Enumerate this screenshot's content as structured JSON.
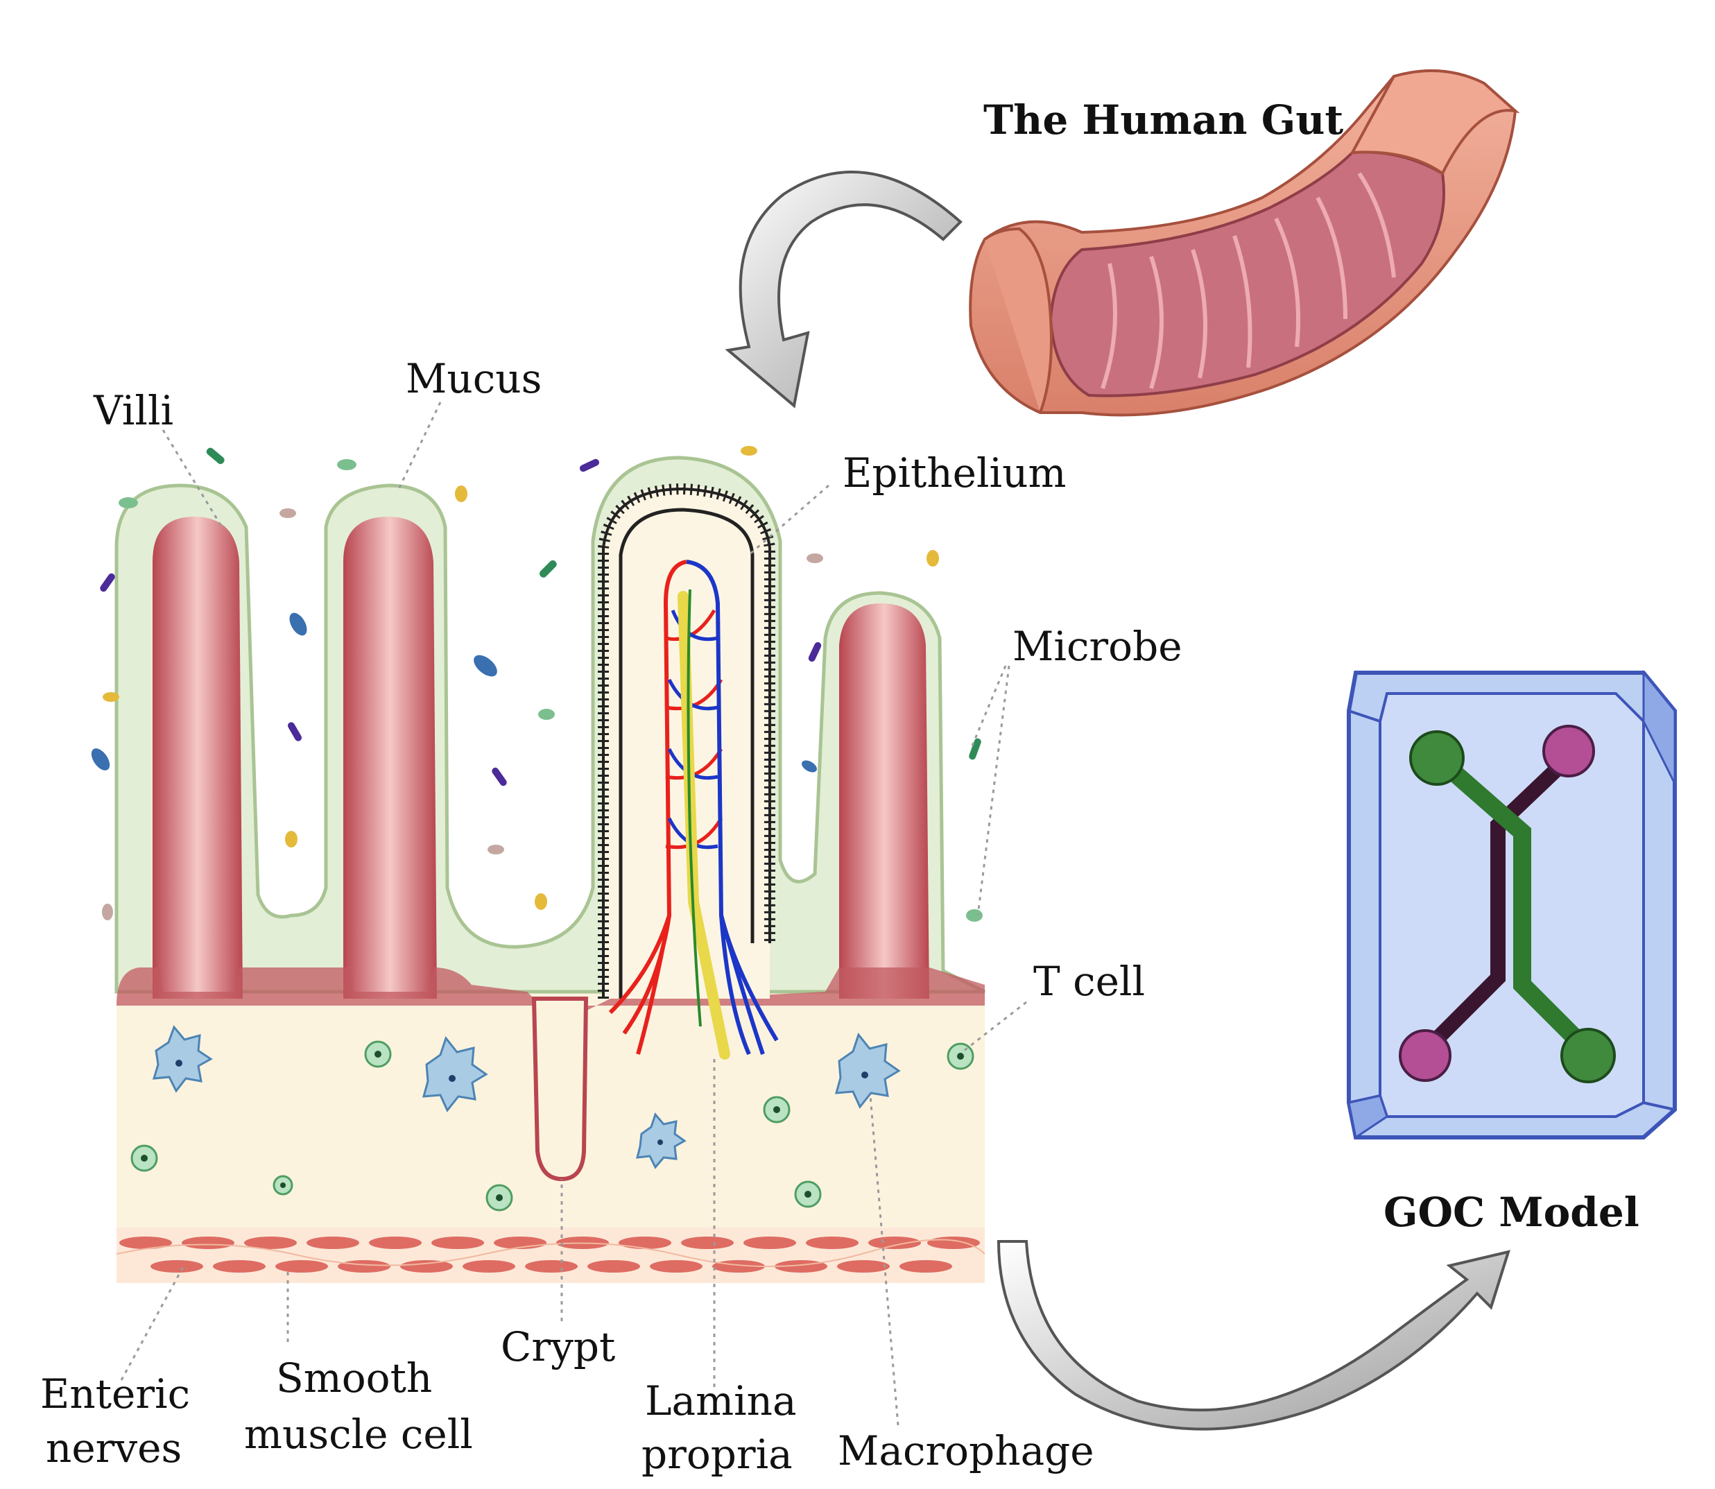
{
  "figure": {
    "gut_title": "The Human Gut",
    "model_title": "GOC Model",
    "labels": {
      "villi": "Villi",
      "mucus": "Mucus",
      "epithelium": "Epithelium",
      "microbe": "Microbe",
      "t_cell": "T cell",
      "enteric_line1": "Enteric",
      "enteric_line2": "nerves",
      "smooth_line1": "Smooth",
      "smooth_line2": "muscle cell",
      "crypt": "Crypt",
      "lamina_line1": "Lamina",
      "lamina_line2": "propria",
      "macrophage": "Macrophage"
    }
  },
  "colors": {
    "villus_core": "#b8454f",
    "villus_light": "#f3c2c0",
    "mucus": "#e3eed6",
    "mucus_edge": "#a9c493",
    "lamina": "#fcf3df",
    "muscle": "#d9574e",
    "gut_outer": "#e9967d",
    "gut_inner": "#c9707e",
    "chip_blue": "#bcd0f4",
    "chip_edge": "#3e55b8",
    "channel_green": "#2f7a2e",
    "channel_dark": "#3a1530",
    "port_pink": "#b44e95",
    "artery": "#e8211c",
    "vein": "#1c36c8",
    "nerve": "#e8d84a",
    "lymph": "#2a8a2a"
  },
  "icons": [
    "curved-arrow-icon",
    "gut-illustration",
    "organ-chip-icon",
    "macrophage-icon",
    "t-cell-icon",
    "microbe-icon"
  ]
}
